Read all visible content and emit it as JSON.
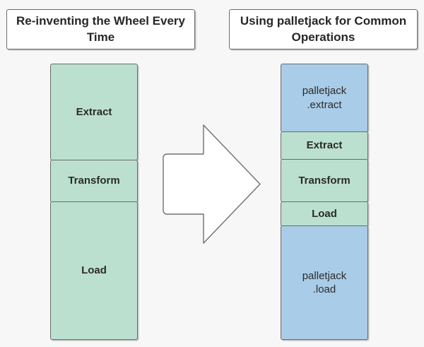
{
  "diagram": {
    "type": "comparison-flow",
    "background_color": "#f7f7f7",
    "left_panel": {
      "title": "Re-inventing the Wheel\nEvery Time",
      "blocks": [
        {
          "label": "Extract",
          "color": "#bbe0cf",
          "kind": "etl"
        },
        {
          "label": "Transform",
          "color": "#bbe0cf",
          "kind": "etl"
        },
        {
          "label": "Load",
          "color": "#bbe0cf",
          "kind": "etl"
        }
      ]
    },
    "connector": {
      "icon": "right-arrow-icon",
      "fill": "#ffffff",
      "stroke": "#707070"
    },
    "right_panel": {
      "title": "Using palletjack for\nCommon Operations",
      "blocks": [
        {
          "label": "palletjack\n.extract",
          "color": "#a9cce8",
          "kind": "api"
        },
        {
          "label": "Extract",
          "color": "#bbe0cf",
          "kind": "etl"
        },
        {
          "label": "Transform",
          "color": "#bbe0cf",
          "kind": "etl"
        },
        {
          "label": "Load",
          "color": "#bbe0cf",
          "kind": "etl"
        },
        {
          "label": "palletjack\n.load",
          "color": "#a9cce8",
          "kind": "api"
        }
      ]
    },
    "colors": {
      "green": "#bbe0cf",
      "blue": "#a9cce8",
      "border": "#6b6b6b",
      "text": "#2b2b2b",
      "card_background": "#ffffff"
    }
  }
}
